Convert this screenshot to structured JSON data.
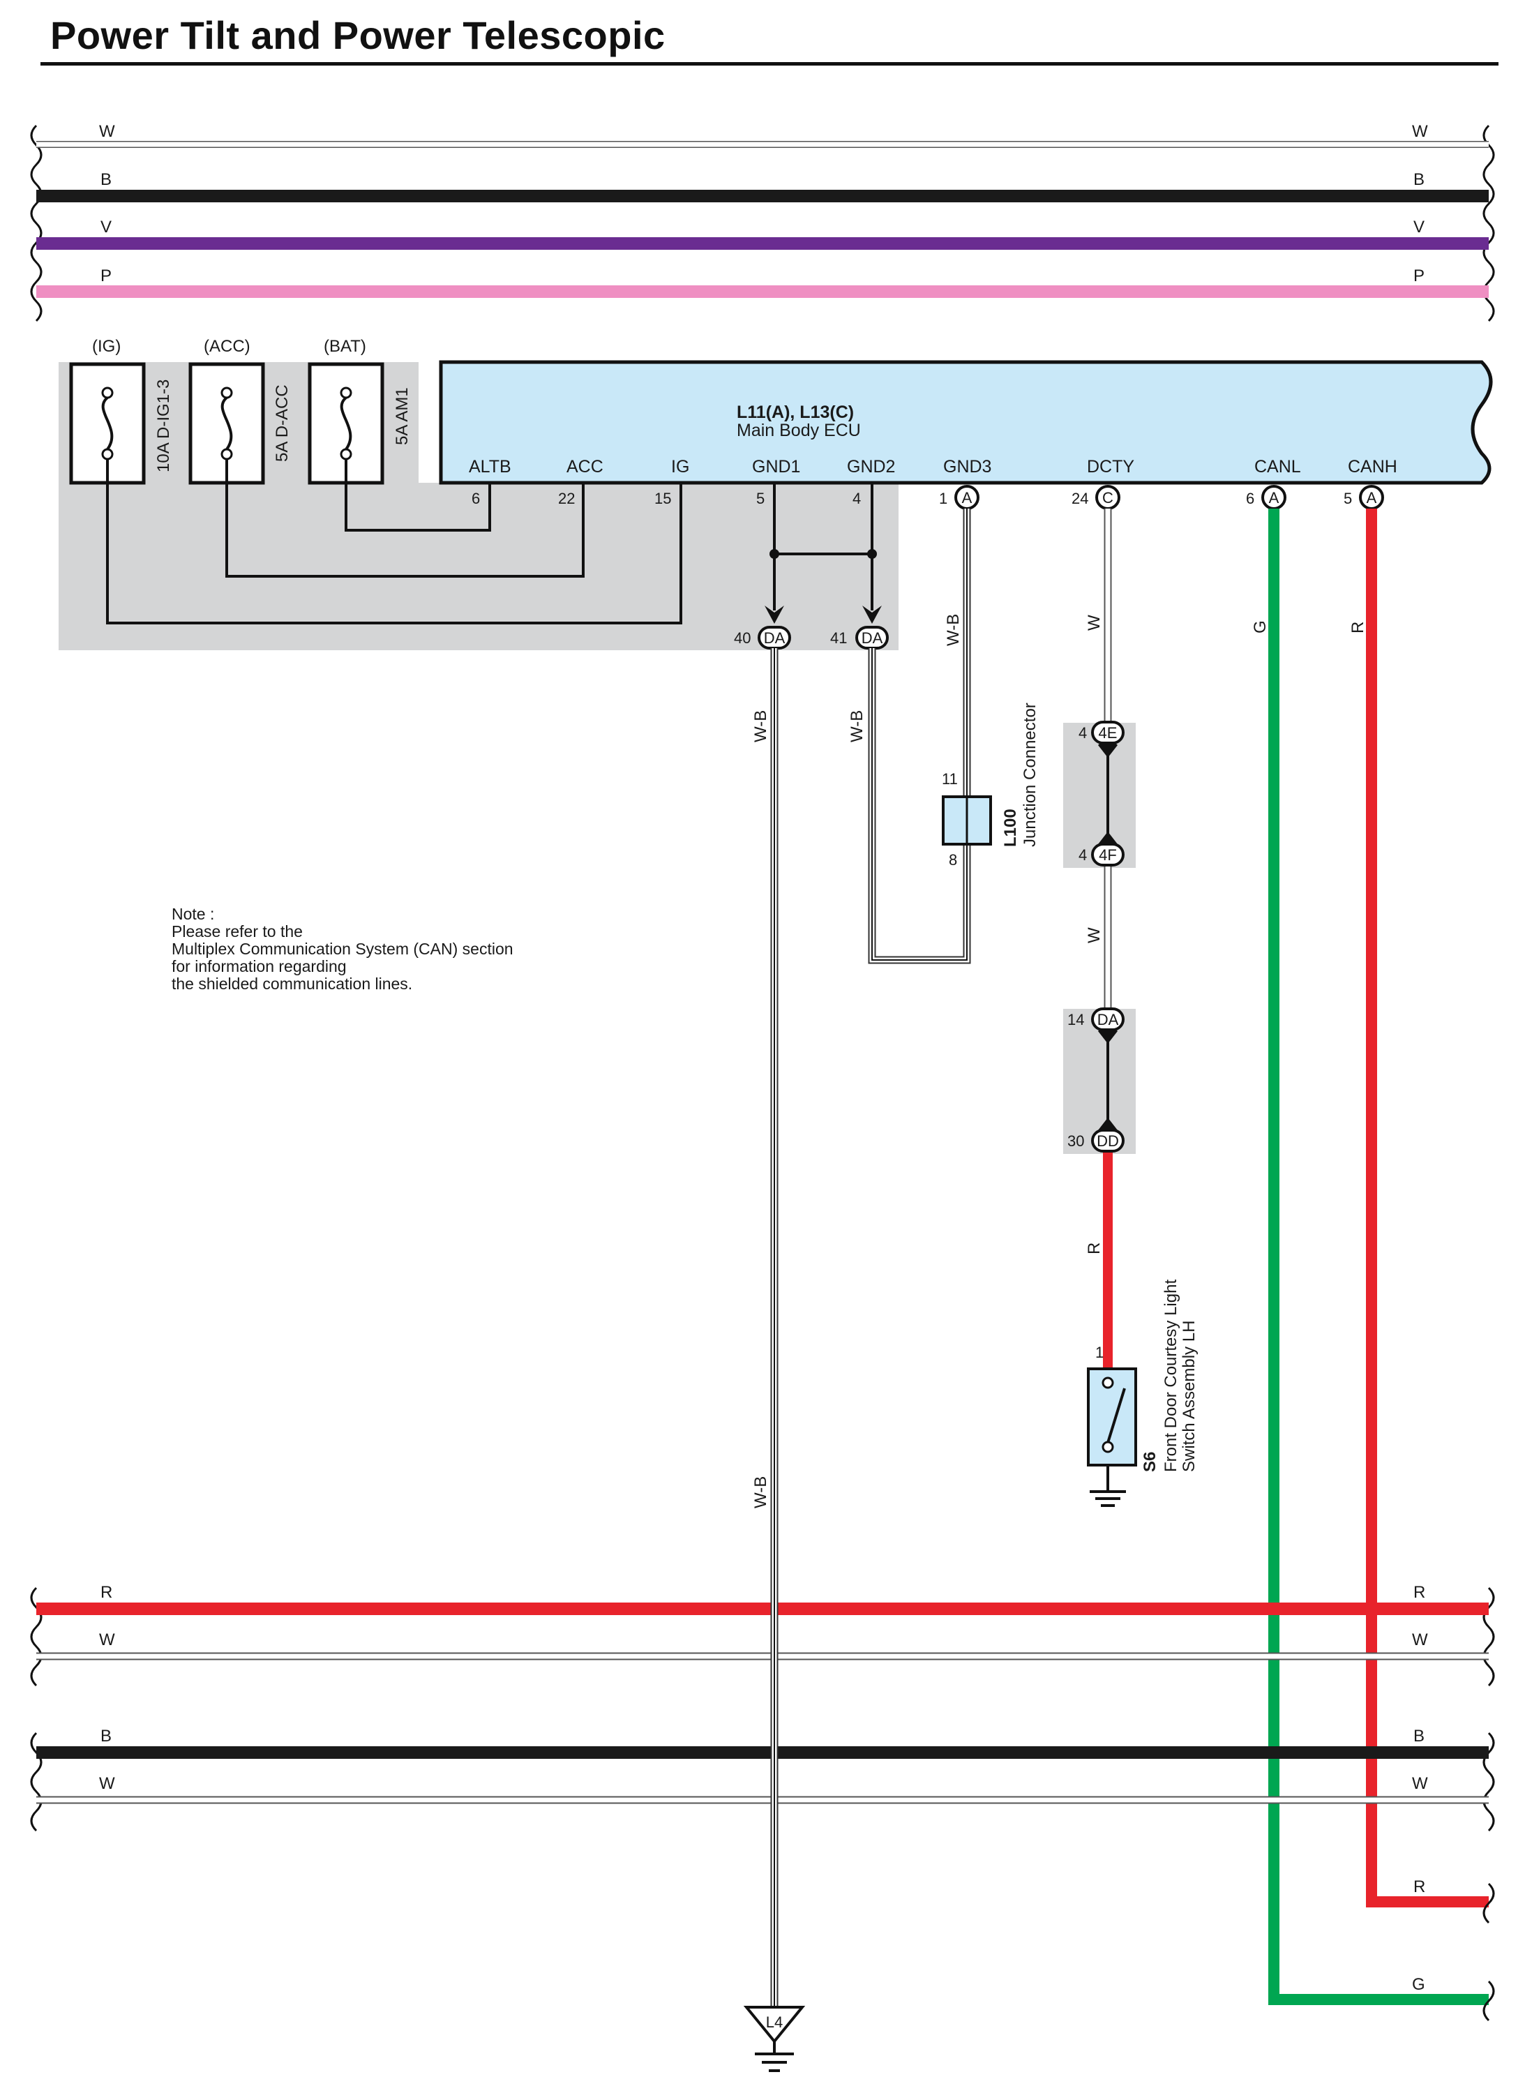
{
  "title": "Power Tilt and Power Telescopic",
  "colors": {
    "W": "#ffffff",
    "B": "#1a1a1a",
    "V": "#6a2c91",
    "P": "#ef8fc2",
    "R": "#e8232b",
    "G": "#00a651",
    "ecu_fill": "#c9e8f8",
    "shade": "#d4d5d6"
  },
  "top_bus": [
    {
      "left_label": "W",
      "right_label": "W"
    },
    {
      "left_label": "B",
      "right_label": "B"
    },
    {
      "left_label": "V",
      "right_label": "V"
    },
    {
      "left_label": "P",
      "right_label": "P"
    }
  ],
  "bottom_bus": [
    {
      "left_label": "R",
      "right_label": "R"
    },
    {
      "left_label": "W",
      "right_label": "W"
    },
    {
      "left_label": "B",
      "right_label": "B"
    },
    {
      "left_label": "W",
      "right_label": "W"
    }
  ],
  "fuses": [
    {
      "supply": "(IG)",
      "name": "10A D-IG1-3"
    },
    {
      "supply": "(ACC)",
      "name": "5A D-ACC"
    },
    {
      "supply": "(BAT)",
      "name": "5A AM1"
    }
  ],
  "ecu": {
    "code": "L11(A), L13(C)",
    "name": "Main Body ECU",
    "terminals": [
      {
        "name": "ALTB",
        "pin": "6",
        "connector": ""
      },
      {
        "name": "ACC",
        "pin": "22",
        "connector": ""
      },
      {
        "name": "IG",
        "pin": "15",
        "connector": ""
      },
      {
        "name": "GND1",
        "pin": "5",
        "connector": ""
      },
      {
        "name": "GND2",
        "pin": "4",
        "connector": ""
      },
      {
        "name": "GND3",
        "pin": "1",
        "connector": "A"
      },
      {
        "name": "DCTY",
        "pin": "24",
        "connector": "C"
      },
      {
        "name": "CANL",
        "pin": "6",
        "connector": "A"
      },
      {
        "name": "CANH",
        "pin": "5",
        "connector": "A"
      }
    ]
  },
  "junction_pins": [
    {
      "pin": "40",
      "connector": "DA"
    },
    {
      "pin": "41",
      "connector": "DA"
    }
  ],
  "wire_labels": {
    "gnd_main": "W-B",
    "gnd_main_lower": "W-B",
    "gnd2": "W-B",
    "gnd3": "W-B",
    "dcty_upper": "W",
    "dcty_mid": "W",
    "dcty_lower": "R",
    "canl": "G",
    "canh": "R",
    "canh_end": "R",
    "canl_end": "G"
  },
  "junction_connector": {
    "code": "L100",
    "name": "Junction Connector",
    "pin_top": "11",
    "pin_bottom": "8"
  },
  "inline_connectors": [
    {
      "pin": "4",
      "connector": "4E"
    },
    {
      "pin": "4",
      "connector": "4F"
    },
    {
      "pin": "14",
      "connector": "DA"
    },
    {
      "pin": "30",
      "connector": "DD"
    }
  ],
  "switch": {
    "code": "S6",
    "name_line1": "Front Door Courtesy Light",
    "name_line2": "Switch Assembly LH",
    "pin": "1"
  },
  "ground_point": "L4",
  "note": {
    "line1": "Note :",
    "line2": "Please refer to the",
    "line3": "Multiplex Communication System (CAN) section",
    "line4": "for information regarding",
    "line5": "the shielded communication lines."
  }
}
